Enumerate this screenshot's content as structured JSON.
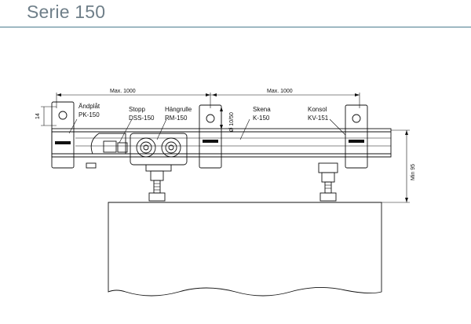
{
  "title": "Serie 150",
  "components": [
    {
      "name": "Ändplåt",
      "code": "PK-150"
    },
    {
      "name": "Stopp",
      "code": "DSS-150"
    },
    {
      "name": "Hängrulle",
      "code": "RM-150"
    },
    {
      "name": "Skena",
      "code": "K-150"
    },
    {
      "name": "Konsol",
      "code": "KV-151"
    }
  ],
  "dimensions": {
    "max_left": "Max. 1000",
    "max_right": "Max. 1000",
    "small_left": "14",
    "hole": "Ø 10/50",
    "min_height": "Min 95"
  },
  "colors": {
    "title": "#6f7f89",
    "rule": "#4a7c8e",
    "line": "#111111"
  }
}
